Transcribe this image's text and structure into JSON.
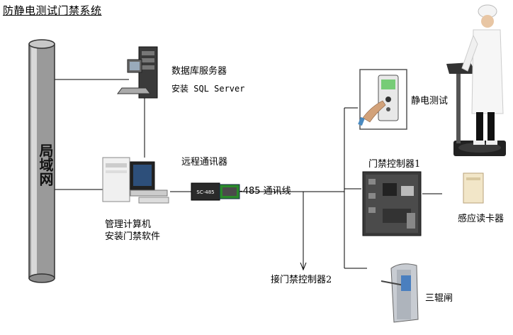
{
  "title": "防静电测试门禁系统",
  "lan_label": "局域网",
  "db_server": {
    "line1": "数据库服务器",
    "line2": "安装 SQL Server"
  },
  "remote_comm": "远程通讯器",
  "rs485_line": "-485 通讯线",
  "converter_text": "SC-485",
  "mgmt_pc": {
    "line1": "管理计算机",
    "line2": "安装门禁软件"
  },
  "esd_test": "静电测试",
  "access_ctrl1": "门禁控制器1",
  "card_reader": "感应读卡器",
  "connect_ctrl2": "接门禁控制器2",
  "turnstile": "三辊闸",
  "colors": {
    "line": "#000000",
    "lan_bar": "#9a9a9a",
    "accent": "#2a8a2a"
  }
}
